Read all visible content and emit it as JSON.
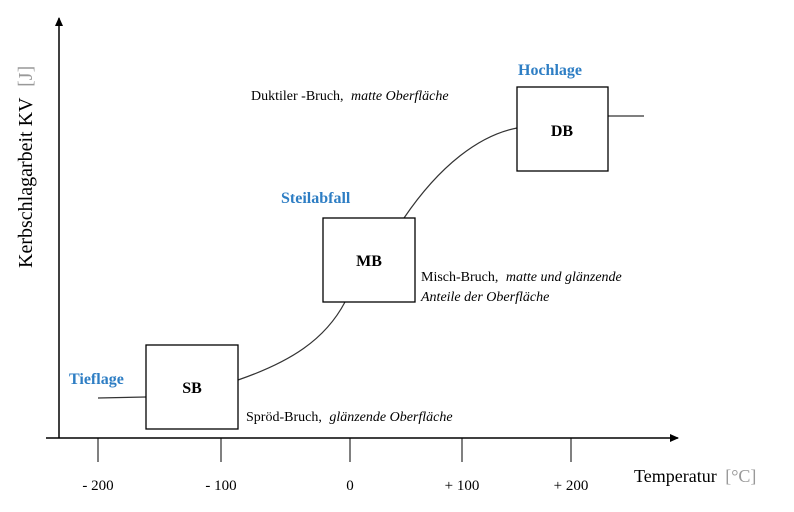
{
  "axes": {
    "y_label": "Kerbschlagarbeit KV",
    "y_unit": "[J]",
    "x_label": "Temperatur",
    "x_unit": "[°C]",
    "x_ticks": [
      "- 200",
      "- 100",
      "0",
      "+ 100",
      "+ 200"
    ]
  },
  "regions": {
    "lower": "Tieflage",
    "transition": "Steilabfall",
    "upper": "Hochlage"
  },
  "boxes": {
    "sb": "SB",
    "mb": "MB",
    "db": "DB"
  },
  "descriptions": {
    "sb_plain": "Spröd-Bruch,",
    "sb_italic": "glänzende Oberfläche",
    "mb_plain": "Misch-Bruch,",
    "mb_italic_1": "matte und glänzende",
    "mb_italic_2": "Anteile der Oberfläche",
    "db_plain": "Duktiler -Bruch,",
    "db_italic": "matte Oberfläche"
  },
  "colors": {
    "region_label": "#2e7ec4",
    "unit_gray": "#999999",
    "axis": "#000000"
  }
}
